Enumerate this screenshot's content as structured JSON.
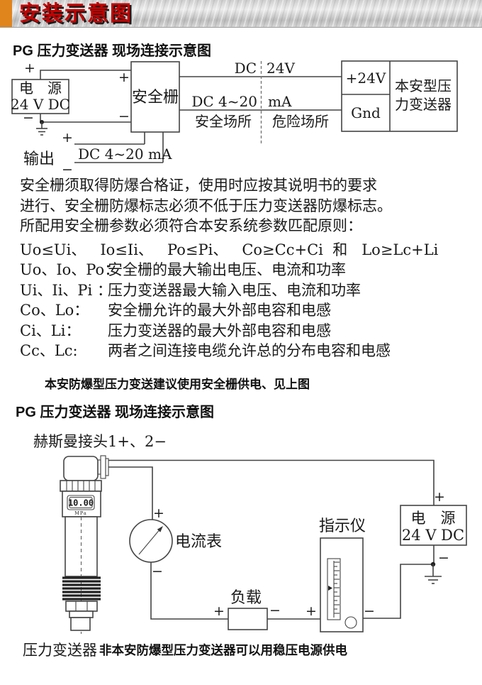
{
  "sym": {
    "plus": "+",
    "minus": "−"
  },
  "banner": {
    "title": "安装示意图",
    "accent_color": "#e0841c",
    "title_color": "#c40000"
  },
  "section1": {
    "title": "PG 压力变送器 现场连接示意图",
    "diagram": {
      "power_line1": "电　源",
      "power_line2": "24 V DC",
      "barrier": "安全栅",
      "dc_label": "DC",
      "v24_label": "24V",
      "dc420_label": "DC 4~20",
      "ma_label": "mA",
      "safe_area": "安全场所",
      "hazard_area": "危险场所",
      "terminal_24v": "+24V",
      "terminal_gnd": "Gnd",
      "device_line1": "本安型压",
      "device_line2": "力变送器",
      "output": "输出",
      "output_range": "DC 4~20  mA"
    },
    "paragraph": [
      "安全栅须取得防爆合格证，使用时应按其说明书的要求",
      "进行、安全栅防爆标志必须不低于压力变送器防爆标志。",
      "所配用安全栅参数必须符合本安系统参数匹配原则："
    ],
    "formula": "Uo≤Ui、   Io≤Ii、   Po≤Pi、   Co≥Cc+Ci  和   Lo≥Lc+Li",
    "definitions": [
      {
        "term": "Uo、Io、Po：",
        "desc": "安全栅的最大输出电压、电流和功率"
      },
      {
        "term": "Ui、Ii、Pi ：",
        "desc": "压力变送器最大输入电压、电流和功率"
      },
      {
        "term": "Co、Lo：",
        "desc": "安全栅允许的最大外部电容和电感"
      },
      {
        "term": "Ci、Li：",
        "desc": "压力变送器的最大外部电容和电感"
      },
      {
        "term": "Cc、Lc:",
        "desc": "两者之间连接电缆允许总的分布电容和电感"
      }
    ],
    "recommendation": "本安防爆型压力变送建议使用安全栅供电、见上图"
  },
  "section2": {
    "title": "PG 压力变送器 现场连接示意图",
    "diagram": {
      "connector": "赫斯曼接头1+、2−",
      "display_value": "10.00",
      "display_unit": "MPa",
      "ammeter": "电流表",
      "load": "负载",
      "indicator": "指示仪",
      "power_line1": "电　源",
      "power_line2": "24 V DC",
      "transmitter": "压力变送器"
    },
    "footnote": "非本安防爆型压力变送器可以用稳压电源供电"
  }
}
